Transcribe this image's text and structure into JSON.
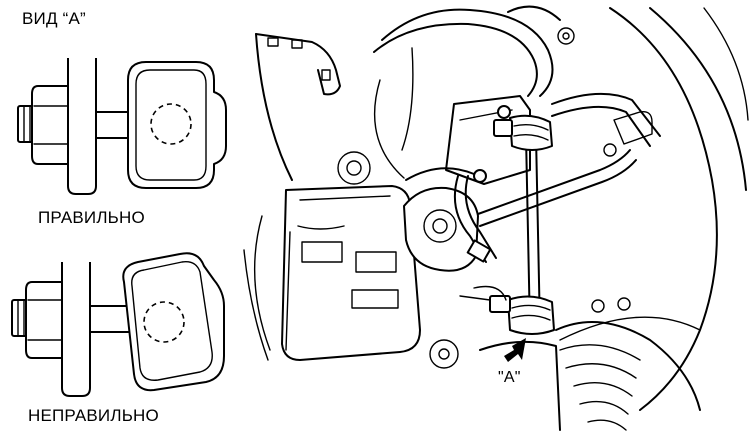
{
  "labels": {
    "view": "ВИД “A”",
    "correct": "ПРАВИЛЬНО",
    "incorrect": "НЕПРАВИЛЬНО",
    "marker": "\"A\""
  }
}
